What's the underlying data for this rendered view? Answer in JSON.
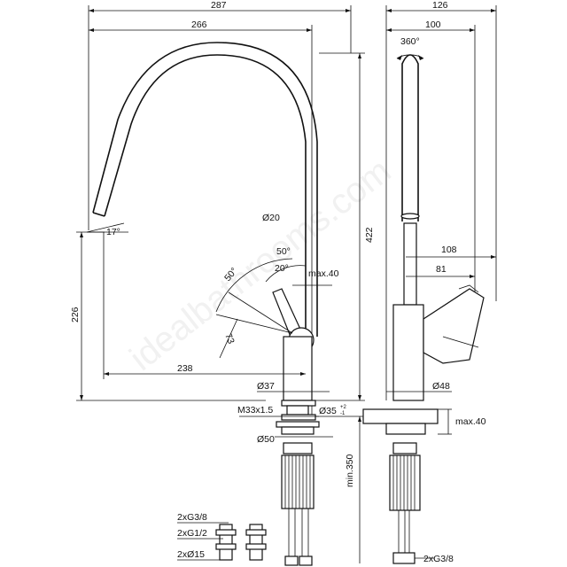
{
  "watermark": "idealbathrooms.com",
  "dimensions": {
    "width_total": "287",
    "width_spout": "266",
    "side_depth": "126",
    "side_spout_depth": "100",
    "swivel": "360°",
    "height_total": "422",
    "height_spout": "226",
    "spout_angle": "17°",
    "spout_dia": "Ø20",
    "lever_angle_1": "50°",
    "lever_angle_2": "50°",
    "lever_angle_3": "20°",
    "max_lever": "max.40",
    "lever_len": "73",
    "reach": "238",
    "body_dia": "Ø37",
    "side_body_dia": "Ø48",
    "side_108": "108",
    "side_81": "81",
    "thread": "M33x1.5",
    "hole_dia": "Ø35",
    "hole_tol_plus": "+2",
    "hole_tol_minus": "-1",
    "side_max40": "max.40",
    "base_dia": "Ø50",
    "min_len": "min.350",
    "conn_1": "2xG3/8",
    "conn_2": "2xG1/2",
    "conn_3": "2xØ15",
    "side_conn": "2xG3/8"
  }
}
